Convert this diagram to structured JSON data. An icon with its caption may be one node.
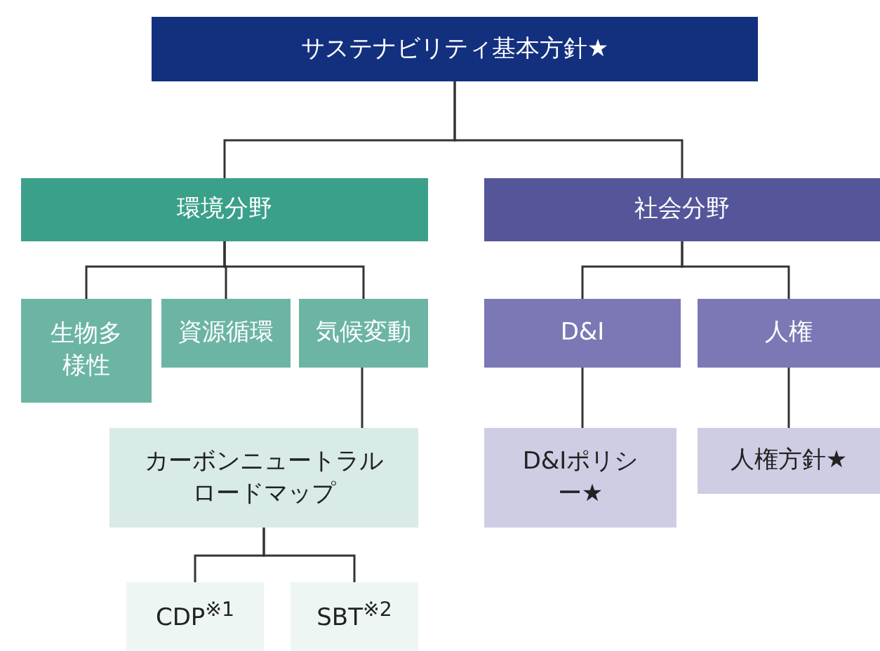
{
  "diagram": {
    "nodes": [
      {
        "text": [
          "サステナビリティ基本方針★"
        ]
      },
      {
        "text": [
          "環境分野"
        ]
      },
      {
        "text": [
          "社会分野"
        ]
      },
      {
        "text": [
          "生物多様性"
        ]
      },
      {
        "text": [
          "資源循環"
        ]
      },
      {
        "text": [
          "気候変動"
        ]
      },
      {
        "text": [
          "カーボンニュートラルロードマップ"
        ]
      },
      {
        "text": [
          "CDP$^{※1}$"
        ]
      },
      {
        "text": [
          "SBT$^{※2}$"
        ]
      },
      {
        "text": [
          "D&I"
        ]
      },
      {
        "text": [
          "人権"
        ]
      },
      {
        "text": [
          "D&Iポリシー★"
        ]
      },
      {
        "text": [
          "人権方針★"
        ]
      }
    ],
    "edges": [
      {
        "from": 0,
        "to": 1,
        "arrow": "none"
      },
      {
        "from": 0,
        "to": 2,
        "arrow": "none"
      },
      {
        "from": 1,
        "to": 3,
        "arrow": "none"
      },
      {
        "from": 1,
        "to": 4,
        "arrow": "none"
      },
      {
        "from": 1,
        "to": 5,
        "arrow": "none"
      },
      {
        "from": 5,
        "to": 6,
        "arrow": "none"
      },
      {
        "from": 6,
        "to": 7,
        "arrow": "none"
      },
      {
        "from": 6,
        "to": 8,
        "arrow": "none"
      },
      {
        "from": 2,
        "to": 9,
        "arrow": "none"
      },
      {
        "from": 2,
        "to": 10,
        "arrow": "none"
      },
      {
        "from": 9,
        "to": 11,
        "arrow": "none"
      },
      {
        "from": 10,
        "to": 12,
        "arrow": "none"
      }
    ]
  }
}
